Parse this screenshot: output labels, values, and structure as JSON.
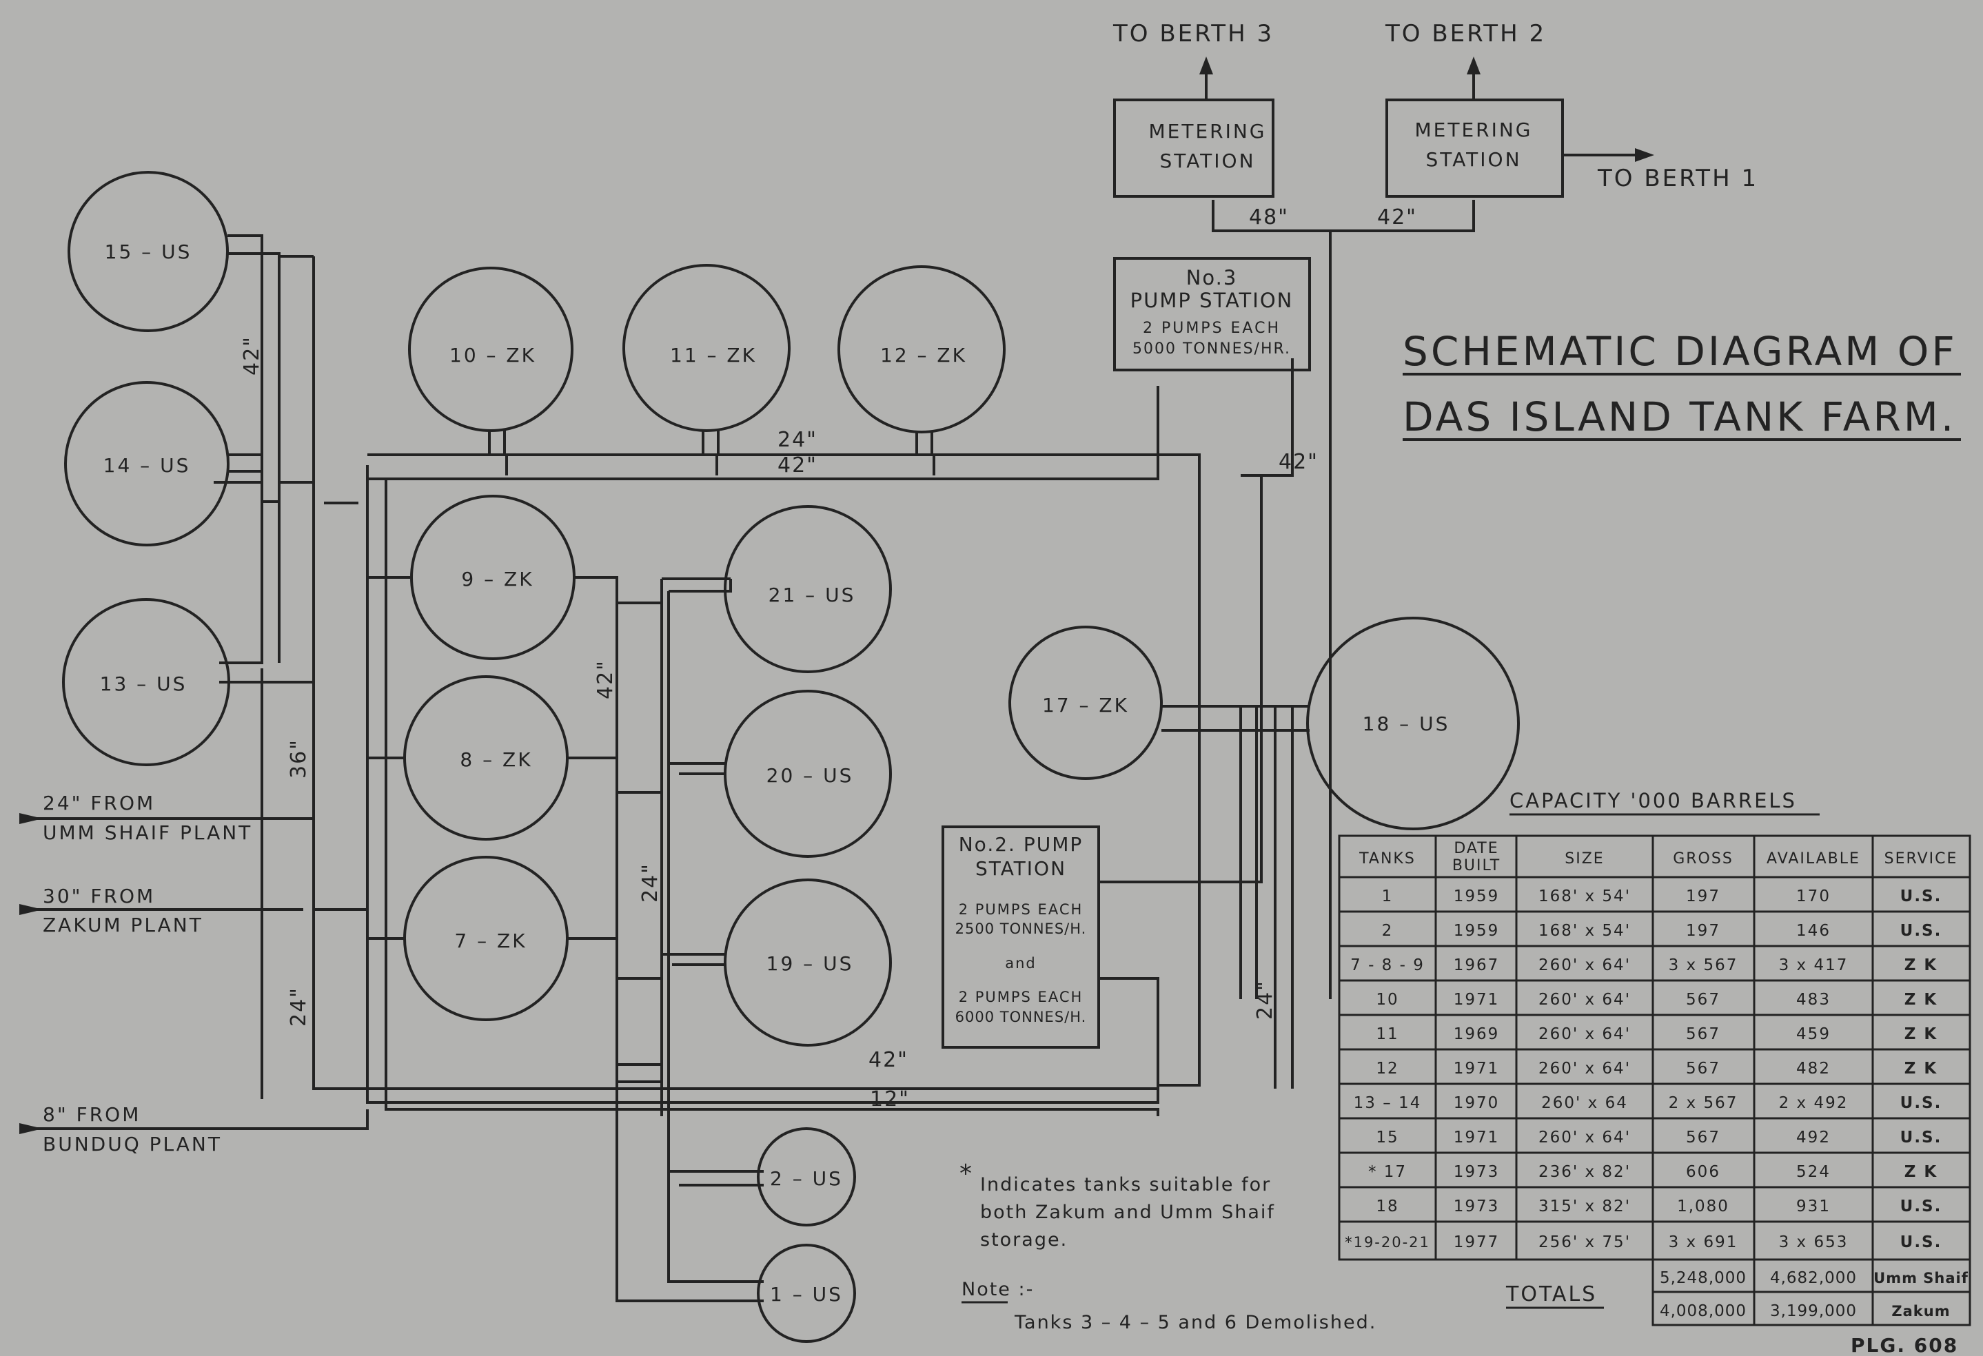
{
  "title_line1": "SCHEMATIC DIAGRAM OF",
  "title_line2": "DAS ISLAND TANK FARM.",
  "tanks": {
    "t15": "15 – US",
    "t14": "14 – US",
    "t13": "13 – US",
    "t10": "10 – ZK",
    "t11": "11 – ZK",
    "t12": "12 – ZK",
    "t9": "9 – ZK",
    "t8": "8 – ZK",
    "t7": "7 – ZK",
    "t21": "21 – US",
    "t20": "20 – US",
    "t19": "19 – US",
    "t2": "2 – US",
    "t1": "1 – US",
    "t17": "17 – ZK",
    "t18": "18 – US"
  },
  "destinations": {
    "berth3": "TO BERTH 3",
    "berth2": "TO BERTH 2",
    "berth1": "TO BERTH 1"
  },
  "metering": {
    "line1": "METERING",
    "line2": "STATION"
  },
  "pump3": {
    "l1": "No.3",
    "l2": "PUMP STATION",
    "l3": "2 PUMPS EACH",
    "l4": "5000 TONNES/HR."
  },
  "pump2": {
    "l1": "No.2. PUMP",
    "l2": "STATION",
    "l3": "2 PUMPS EACH",
    "l4": "2500 TONNES/H.",
    "l5": "and",
    "l6": "2 PUMPS EACH",
    "l7": "6000 TONNES/H."
  },
  "inlets": {
    "umm_1": "24\" FROM",
    "umm_2": "UMM SHAIF PLANT",
    "zak_1": "30\" FROM",
    "zak_2": "ZAKUM PLANT",
    "bun_1": "8\" FROM",
    "bun_2": "BUNDUQ PLANT"
  },
  "sizes": {
    "s48": "48\"",
    "s42_top": "42\"",
    "s42_left": "42\"",
    "s24_row": "24\"",
    "s42_row": "42\"",
    "s42_vert": "42\"",
    "s36": "36\"",
    "s24_left": "24\"",
    "s42_mid": "42\"",
    "s24_mid": "24\"",
    "s42_bottom": "42\"",
    "s12_bottom": "12\"",
    "s24_right": "24\""
  },
  "footnote": {
    "star": "*",
    "l1": "Indicates tanks suitable for",
    "l2": "both Zakum and Umm Shaif",
    "l3": "storage."
  },
  "note": {
    "label": "Note :-",
    "text": "Tanks 3 – 4 – 5 and 6 Demolished."
  },
  "table": {
    "caption": "CAPACITY '000 BARRELS",
    "headers": [
      "TANKS",
      "DATE",
      "BUILT",
      "SIZE",
      "GROSS",
      "AVAILABLE",
      "SERVICE"
    ],
    "rows": [
      [
        "1",
        "1959",
        "168' x 54'",
        "197",
        "170",
        "U.S."
      ],
      [
        "2",
        "1959",
        "168' x 54'",
        "197",
        "146",
        "U.S."
      ],
      [
        "7 - 8 - 9",
        "1967",
        "260' x 64'",
        "3 x 567",
        "3 x 417",
        "Z K"
      ],
      [
        "10",
        "1971",
        "260' x 64'",
        "567",
        "483",
        "Z K"
      ],
      [
        "11",
        "1969",
        "260' x 64'",
        "567",
        "459",
        "Z K"
      ],
      [
        "12",
        "1971",
        "260' x 64'",
        "567",
        "482",
        "Z K"
      ],
      [
        "13 – 14",
        "1970",
        "260' x 64",
        "2 x 567",
        "2 x 492",
        "U.S."
      ],
      [
        "15",
        "1971",
        "260' x 64'",
        "567",
        "492",
        "U.S."
      ],
      [
        "*  17",
        "1973",
        "236' x 82'",
        "606",
        "524",
        "Z K"
      ],
      [
        "18",
        "1973",
        "315' x 82'",
        "1,080",
        "931",
        "U.S."
      ],
      [
        "*19-20-21",
        "1977",
        "256' x 75'",
        "3 x 691",
        "3 x 653",
        "U.S."
      ]
    ],
    "totals_label": "TOTALS",
    "totals": [
      [
        "5,248,000",
        "4,682,000",
        "Umm Shaif"
      ],
      [
        "4,008,000",
        "3,199,000",
        "Zakum"
      ]
    ]
  },
  "ref": "PLG. 608"
}
